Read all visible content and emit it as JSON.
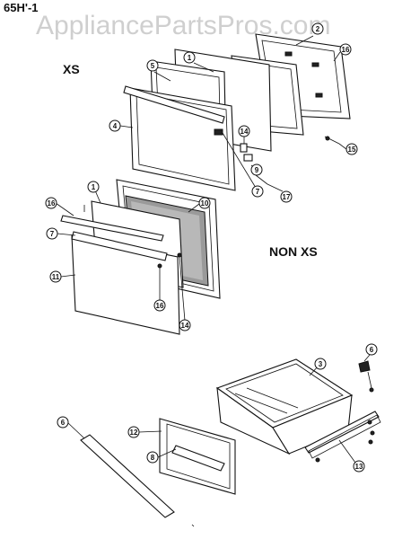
{
  "header": {
    "model_label": "65H'-1",
    "watermark": "AppliancePartsPros.com"
  },
  "sections": {
    "xs": "XS",
    "non_xs": "NON XS"
  },
  "callouts": [
    "2",
    "16",
    "1",
    "5",
    "4",
    "14",
    "9",
    "7",
    "17",
    "15",
    "16",
    "1",
    "10",
    "7",
    "11",
    "16",
    "14",
    "6",
    "3",
    "6",
    "12",
    "8",
    "13"
  ]
}
